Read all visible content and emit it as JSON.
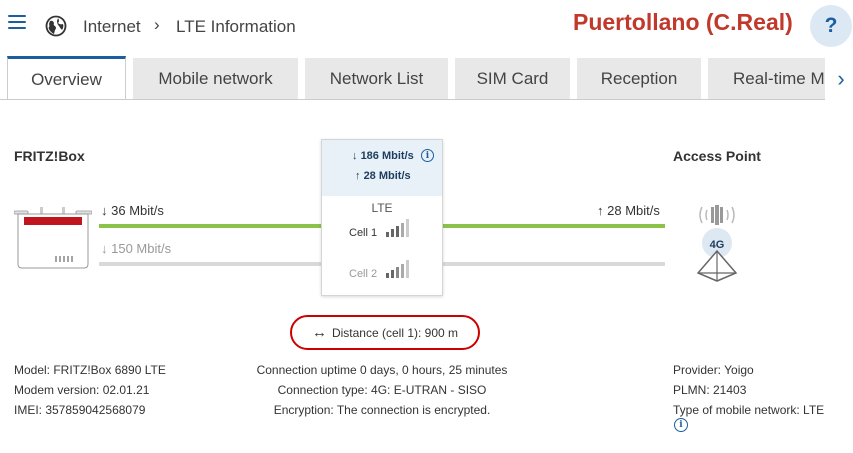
{
  "breadcrumb": {
    "parent": "Internet",
    "separator": "›",
    "current": "LTE Information"
  },
  "location_label": "Puertollano (C.Real)",
  "help_label": "?",
  "tabs": [
    {
      "label": "Overview",
      "active": true
    },
    {
      "label": "Mobile network",
      "active": false
    },
    {
      "label": "Network List",
      "active": false
    },
    {
      "label": "SIM Card",
      "active": false
    },
    {
      "label": "Reception",
      "active": false
    },
    {
      "label": "Real-time Mo",
      "active": false
    }
  ],
  "tab_next_label": "›",
  "colors": {
    "accent": "#1c5e9e",
    "location": "#c0392b",
    "connection_active": "#8bc34a",
    "connection_inactive": "#d9d9d9",
    "highlight": "#cc0000"
  },
  "diagram": {
    "left_title": "FRITZ!Box",
    "right_title": "Access Point",
    "cell1_down": "36 Mbit/s",
    "cell2_down": "150 Mbit/s",
    "up_speed": "28 Mbit/s",
    "down_arrow": "↓",
    "up_arrow": "↑",
    "access_point_badge": "4G",
    "cellbox": {
      "total_down": "186 Mbit/s",
      "total_up": "28 Mbit/s",
      "info": "i",
      "tech": "LTE",
      "cell1": "Cell 1",
      "cell2": "Cell 2"
    }
  },
  "distance": {
    "arrow": "↔",
    "label": "Distance (cell 1): 900 m"
  },
  "device_info": {
    "model": "Model: FRITZ!Box 6890 LTE",
    "modem_version": "Modem version: 02.01.21",
    "imei": "IMEI: 357859042568079"
  },
  "connection_info": {
    "uptime": "Connection uptime 0 days, 0 hours, 25 minutes",
    "type": "Connection type: 4G: E-UTRAN - SISO",
    "encryption": "Encryption: The connection is encrypted."
  },
  "provider_info": {
    "provider": "Provider: Yoigo",
    "plmn": "PLMN: 21403",
    "network_type": "Type of mobile network: LTE",
    "info": "i"
  }
}
